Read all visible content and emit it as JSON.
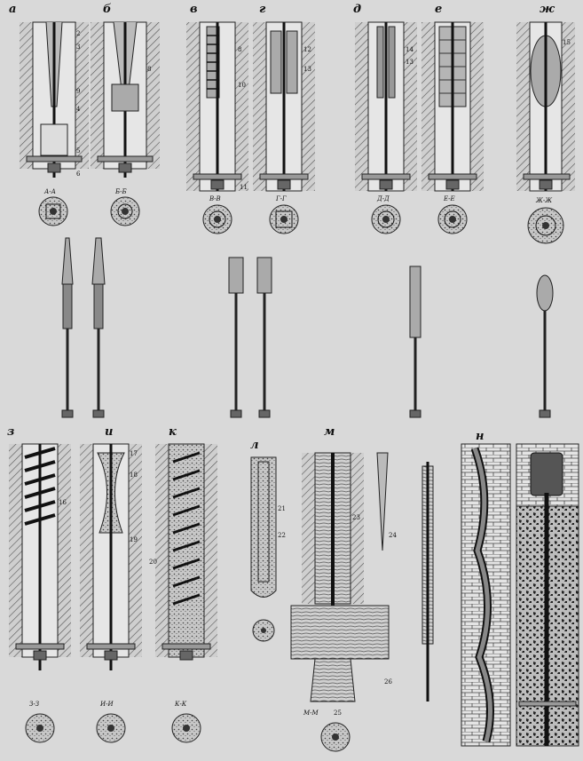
{
  "figure": {
    "panels": [
      {
        "id": "a",
        "letter": "а",
        "callouts": [
          "2",
          "3",
          "9",
          "4",
          "5",
          "6"
        ],
        "section": "А-А"
      },
      {
        "id": "b",
        "letter": "б",
        "callouts": [
          "8"
        ],
        "section": "Б-Б"
      },
      {
        "id": "v",
        "letter": "в",
        "callouts": [
          "8",
          "10",
          "11"
        ],
        "section": "В-В"
      },
      {
        "id": "g",
        "letter": "г",
        "callouts": [
          "12",
          "13"
        ],
        "section": "Г-Г"
      },
      {
        "id": "d",
        "letter": "д",
        "callouts": [
          "14",
          "13"
        ],
        "section": "Д-Д"
      },
      {
        "id": "e",
        "letter": "е",
        "callouts": [],
        "section": "Е-Е"
      },
      {
        "id": "zh",
        "letter": "ж",
        "callouts": [
          "15"
        ],
        "section": "Ж-Ж"
      },
      {
        "id": "z",
        "letter": "з",
        "callouts": [
          "16"
        ],
        "section": "З-З"
      },
      {
        "id": "i",
        "letter": "и",
        "callouts": [
          "17",
          "18",
          "19"
        ],
        "section": "И-И"
      },
      {
        "id": "k",
        "letter": "к",
        "callouts": [
          "20"
        ],
        "section": "К-К"
      },
      {
        "id": "l",
        "letter": "л",
        "callouts": [
          "21",
          "22"
        ],
        "section": ""
      },
      {
        "id": "m",
        "letter": "м",
        "callouts": [
          "23",
          "24",
          "26",
          "25"
        ],
        "section": "М-М"
      },
      {
        "id": "n",
        "letter": "н",
        "callouts": [],
        "section": ""
      }
    ]
  }
}
